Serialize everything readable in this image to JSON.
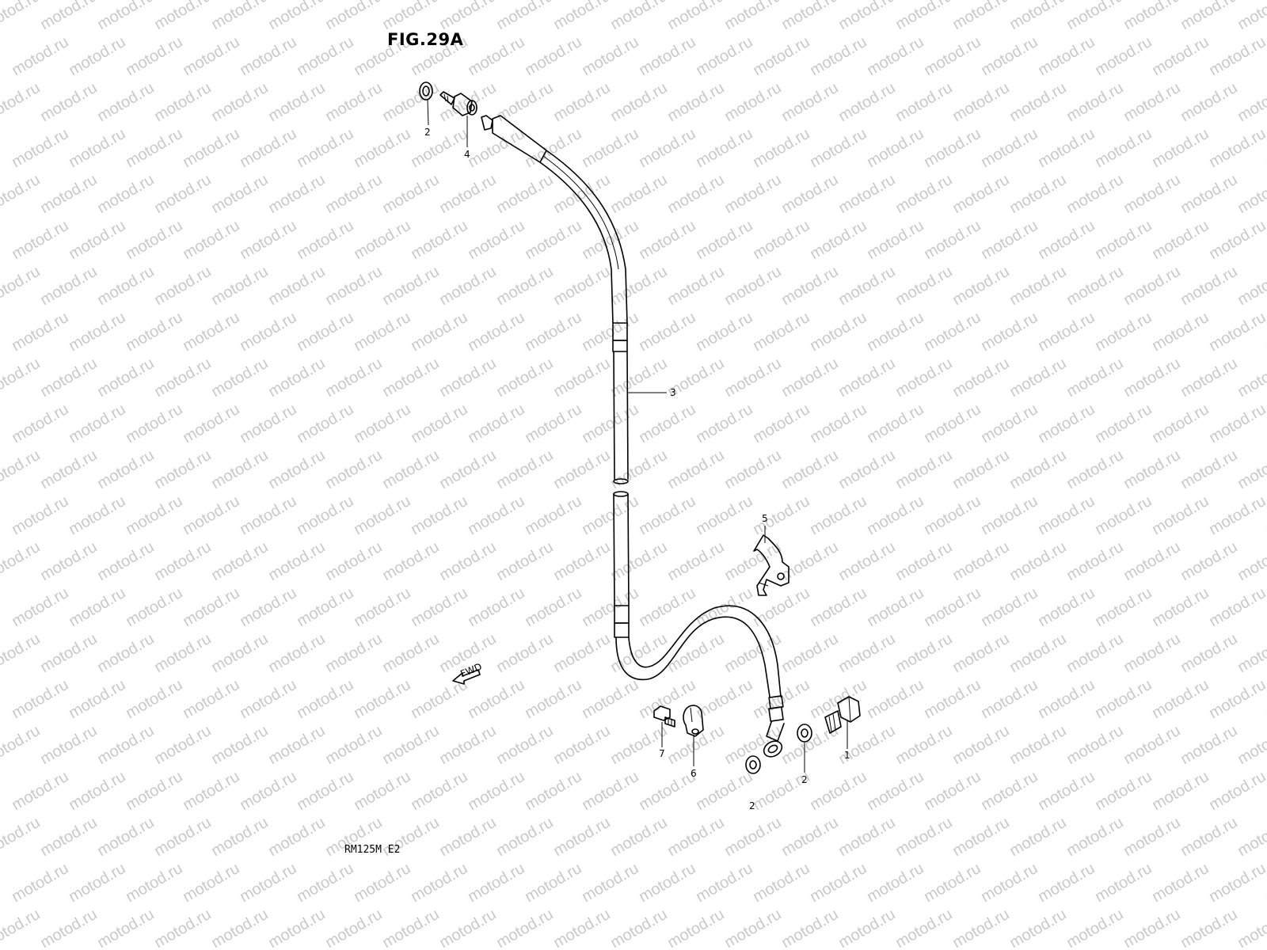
{
  "figure": {
    "title": "FIG.29A",
    "model": "RM125M  E2",
    "watermark": "motod.ru",
    "fwd_label": "FWD"
  },
  "callouts": [
    {
      "id": "c2a",
      "label": "2"
    },
    {
      "id": "c4",
      "label": "4"
    },
    {
      "id": "c3",
      "label": "3"
    },
    {
      "id": "c5",
      "label": "5"
    },
    {
      "id": "c7",
      "label": "7"
    },
    {
      "id": "c6",
      "label": "6"
    },
    {
      "id": "c2b",
      "label": "2"
    },
    {
      "id": "c2c",
      "label": "2"
    },
    {
      "id": "c1",
      "label": "1"
    }
  ]
}
